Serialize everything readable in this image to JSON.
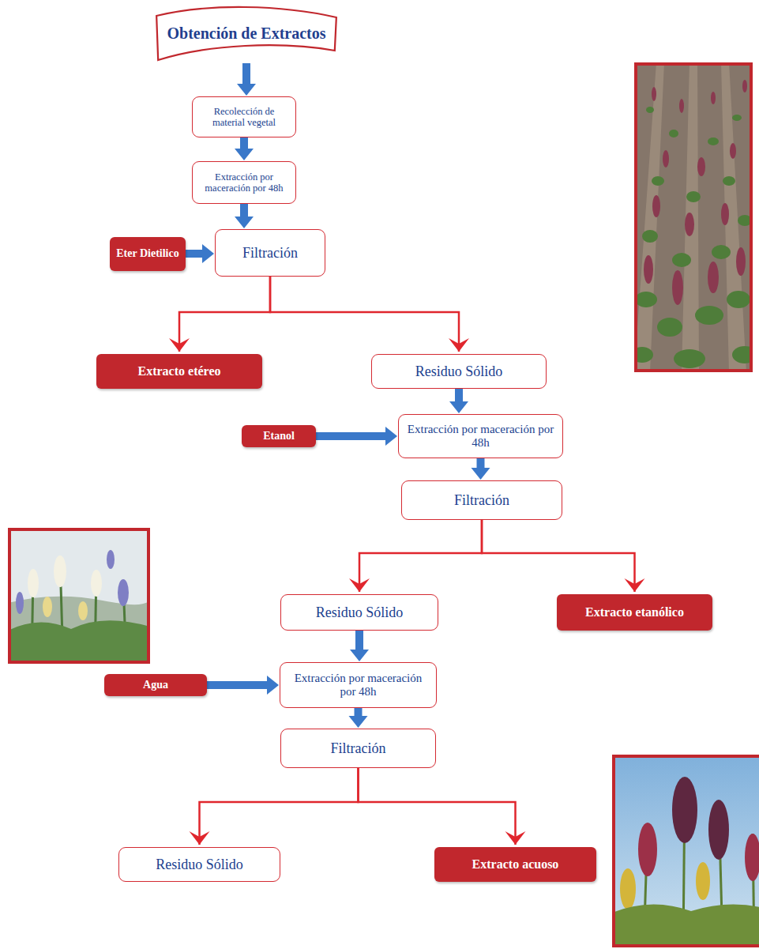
{
  "diagram": {
    "nodes": [
      {
        "text": [
          "Obtención de Extractos"
        ]
      },
      {
        "text": [
          "Recolección de material vegetal"
        ]
      },
      {
        "text": [
          "Extracción por maceración por 48h"
        ]
      },
      {
        "text": [
          "Eter Dietilico"
        ]
      },
      {
        "text": [
          "Filtración"
        ]
      },
      {
        "text": [
          "Extracto etéreo"
        ]
      },
      {
        "text": [
          "Residuo Sólido"
        ]
      },
      {
        "text": [
          "Etanol"
        ]
      },
      {
        "text": [
          "Extracción por maceración por 48h"
        ]
      },
      {
        "text": [
          "Filtración"
        ]
      },
      {
        "text": [
          "Residuo Sólido"
        ]
      },
      {
        "text": [
          "Extracto etanólico"
        ]
      },
      {
        "text": [
          "Agua"
        ]
      },
      {
        "text": [
          "Extracción por maceración por 48h"
        ]
      },
      {
        "text": [
          "Filtración"
        ]
      },
      {
        "text": [
          "Residuo Sólido"
        ]
      },
      {
        "text": [
          "Extracto acuoso"
        ]
      }
    ],
    "edges": [
      {
        "from": 0,
        "to": 1,
        "arrow": "to"
      },
      {
        "from": 1,
        "to": 2,
        "arrow": "to"
      },
      {
        "from": 2,
        "to": 4,
        "arrow": "to"
      },
      {
        "from": 3,
        "to": 4,
        "arrow": "to"
      },
      {
        "from": 4,
        "to": 5,
        "arrow": "to"
      },
      {
        "from": 4,
        "to": 6,
        "arrow": "to"
      },
      {
        "from": 6,
        "to": 8,
        "arrow": "to"
      },
      {
        "from": 7,
        "to": 8,
        "arrow": "to"
      },
      {
        "from": 8,
        "to": 9,
        "arrow": "to"
      },
      {
        "from": 9,
        "to": 10,
        "arrow": "to"
      },
      {
        "from": 9,
        "to": 11,
        "arrow": "to"
      },
      {
        "from": 10,
        "to": 13,
        "arrow": "to"
      },
      {
        "from": 12,
        "to": 13,
        "arrow": "to"
      },
      {
        "from": 13,
        "to": 14,
        "arrow": "to"
      },
      {
        "from": 14,
        "to": 15,
        "arrow": "to"
      },
      {
        "from": 14,
        "to": 16,
        "arrow": "to"
      }
    ]
  }
}
